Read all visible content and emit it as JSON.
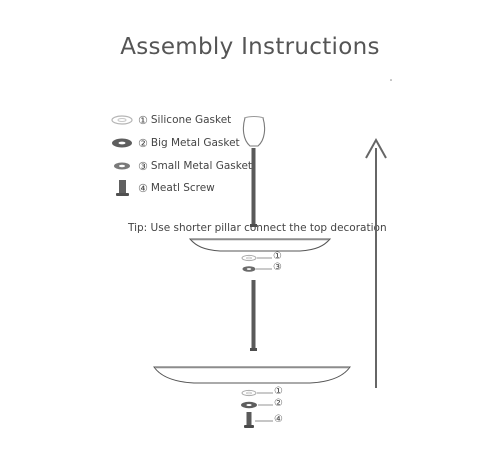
{
  "title": "Assembly Instructions",
  "legend": [
    {
      "icon": "silicone-gasket-icon",
      "num": "①",
      "label": "Silicone Gasket"
    },
    {
      "icon": "big-metal-gasket-icon",
      "num": "②",
      "label": "Big Metal Gasket"
    },
    {
      "icon": "small-metal-gasket-icon",
      "num": "③",
      "label": "Small Metal Gasket"
    },
    {
      "icon": "metal-screw-icon",
      "num": "④",
      "label": "Meatl Screw"
    }
  ],
  "tip": "Tip: Use shorter pillar connect the top decoration",
  "callouts": {
    "top_1": "①",
    "top_3": "③",
    "bottom_1": "①",
    "bottom_2": "②",
    "bottom_4": "④"
  },
  "colors": {
    "line": "#555555",
    "metal": "#6e6e6e",
    "silicone": "#b5b5b5",
    "arrow": "#666666"
  }
}
